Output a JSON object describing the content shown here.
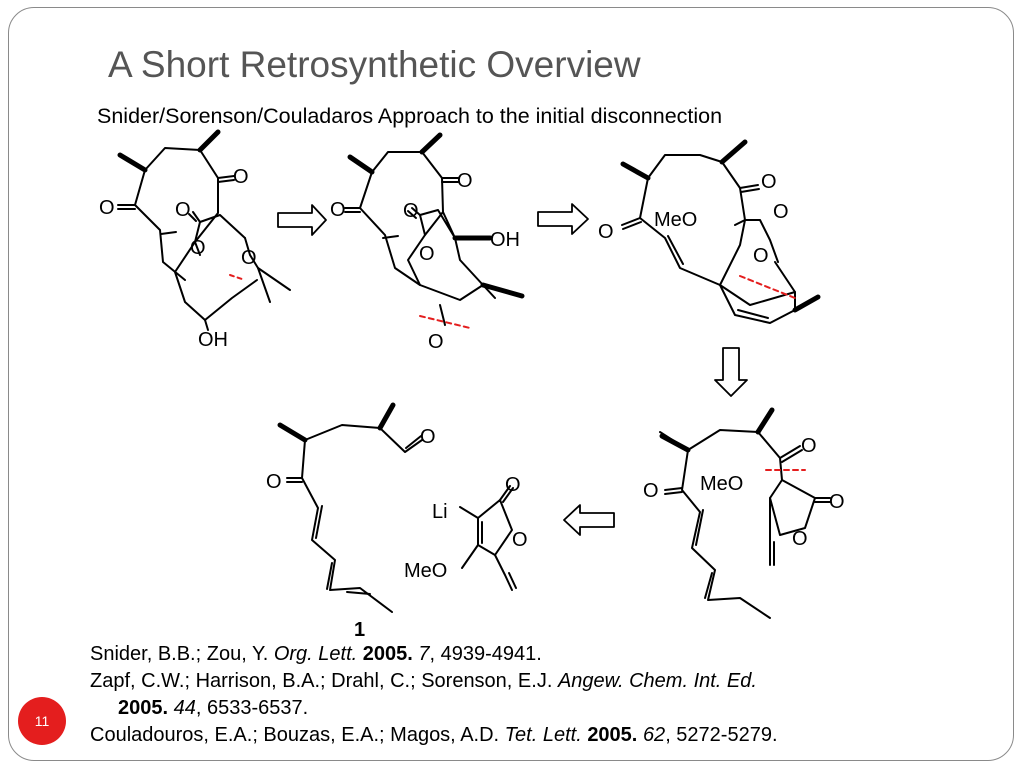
{
  "slide": {
    "title": "A Short Retrosynthetic Overview",
    "subtitle": "Snider/Sorenson/Couladaros Approach to the initial disconnection",
    "page_number": "11",
    "accent_color": "#e41e1e"
  },
  "scheme": {
    "atom_labels": {
      "O": "O",
      "OH": "OH",
      "MeO": "MeO",
      "Li": "Li"
    },
    "compound_label": "1",
    "disconnection_color": "#e41e1e"
  },
  "references": [
    {
      "authors": "Snider, B.B.; Zou, Y. ",
      "journal": "Org. Lett.",
      "year": "2005.",
      "volume": "7",
      "pages": ", 4939-4941."
    },
    {
      "authors": "Zapf, C.W.; Harrison, B.A.; Drahl, C.; Sorenson, E.J. ",
      "journal": "Angew. Chem. Int. Ed.",
      "year": "2005.",
      "volume": "44",
      "pages": ", 6533-6537."
    },
    {
      "authors": "Couladouros, E.A.; Bouzas, E.A.; Magos, A.D. ",
      "journal": "Tet. Lett.",
      "year": "2005.",
      "volume": "62",
      "pages": ", 5272-5279."
    }
  ]
}
